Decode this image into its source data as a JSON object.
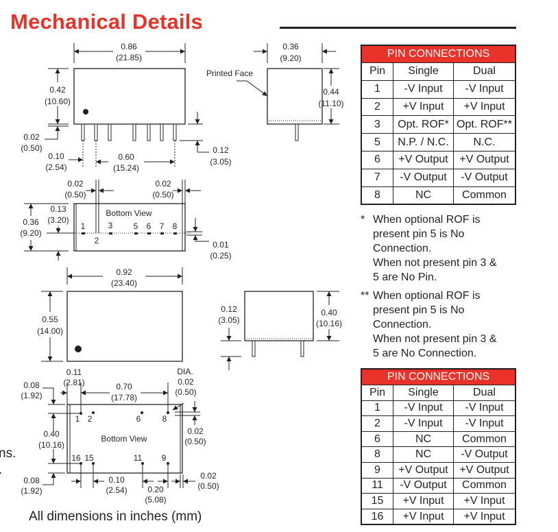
{
  "title": "Mechanical Details",
  "footer": "All dimensions in inches (mm)",
  "cut_text": [
    "ns.",
    "."
  ],
  "drawing1": {
    "width": [
      "0.86",
      "(21.85)"
    ],
    "height": [
      "0.42",
      "(10.60)"
    ],
    "standoff": [
      "0.02",
      "(0.50)"
    ],
    "pitch": [
      "0.10",
      "(2.54)"
    ],
    "span": [
      "0.60",
      "(15.24)"
    ],
    "pin_len": [
      "0.12",
      "(3.05)"
    ]
  },
  "drawing_side": {
    "printed_face": "Printed Face",
    "depth": [
      "0.36",
      "(9.20)"
    ],
    "height": [
      "0.44",
      "(11.10)"
    ]
  },
  "drawing2": {
    "view": "Bottom View",
    "pin_w_left": [
      "0.02",
      "(0.50)"
    ],
    "pin_w_right": [
      "0.02",
      "(0.50)"
    ],
    "depth": [
      "0.36",
      "(9.20)"
    ],
    "offset": [
      "0.13",
      "(3.20)"
    ],
    "tol": [
      "0.01",
      "(0.25)"
    ],
    "pins": [
      "1",
      "2",
      "3",
      "5",
      "6",
      "7",
      "8"
    ]
  },
  "drawing3": {
    "width": [
      "0.92",
      "(23.40)"
    ],
    "height": [
      "0.55",
      "(14.00)"
    ],
    "pin_len": [
      "0.12",
      "(3.05)"
    ],
    "side_height": [
      "0.40",
      "(10.16)"
    ]
  },
  "drawing4": {
    "view": "Bottom View",
    "edge_x": [
      "0.11",
      "(2.81)"
    ],
    "span": [
      "0.70",
      "(17.78)"
    ],
    "dia": [
      "DIA.",
      "0.02",
      "(0.50)"
    ],
    "edge_top": [
      "0.08",
      "(1.92)"
    ],
    "row": [
      "0.40",
      "(10.16)"
    ],
    "edge_bot": [
      "0.08",
      "(1.92)"
    ],
    "pitch": [
      "0.10",
      "(2.54)"
    ],
    "pitch2": [
      "0.20",
      "(5.08)"
    ],
    "right_tol": [
      "0.02",
      "(0.50)"
    ],
    "right_edge": [
      "0.02",
      "(0.50)"
    ],
    "pins_top": [
      "1",
      "2",
      "6",
      "8"
    ],
    "pins_bot": [
      "16",
      "15",
      "11",
      "9"
    ]
  },
  "table1": {
    "title": "PIN CONNECTIONS",
    "headers": [
      "Pin",
      "Single",
      "Dual"
    ],
    "rows": [
      [
        "1",
        "-V Input",
        "-V Input"
      ],
      [
        "2",
        "+V Input",
        "+V Input"
      ],
      [
        "3",
        "Opt. ROF*",
        "Opt. ROF**"
      ],
      [
        "5",
        "N.P. / N.C.",
        "N.C."
      ],
      [
        "6",
        "+V Output",
        "+V Output"
      ],
      [
        "7",
        "-V Output",
        "-V Output"
      ],
      [
        "8",
        "NC",
        "Common"
      ]
    ]
  },
  "notes": [
    {
      "mark": "*",
      "lines": [
        "When optional ROF is",
        "present pin 5 is No",
        "Connection.",
        "When not present pin 3 &",
        "5 are No Pin."
      ]
    },
    {
      "mark": "**",
      "lines": [
        "When optional ROF is",
        "present pin 5 is No",
        "Connection.",
        "When not present pin 3 &",
        "5 are No Connection."
      ]
    }
  ],
  "table2": {
    "title": "PIN CONNECTIONS",
    "headers": [
      "Pin",
      "Single",
      "Dual"
    ],
    "rows": [
      [
        "1",
        "-V Input",
        "-V Input"
      ],
      [
        "2",
        "-V Input",
        "-V Input"
      ],
      [
        "6",
        "NC",
        "Common"
      ],
      [
        "8",
        "NC",
        "-V Output"
      ],
      [
        "9",
        "+V Output",
        "+V Output"
      ],
      [
        "11",
        "-V Output",
        "Common"
      ],
      [
        "15",
        "+V Input",
        "+V Input"
      ],
      [
        "16",
        "+V Input",
        "+V Input"
      ]
    ]
  },
  "colors": {
    "accent": "#e8322a",
    "ink": "#231f20"
  }
}
